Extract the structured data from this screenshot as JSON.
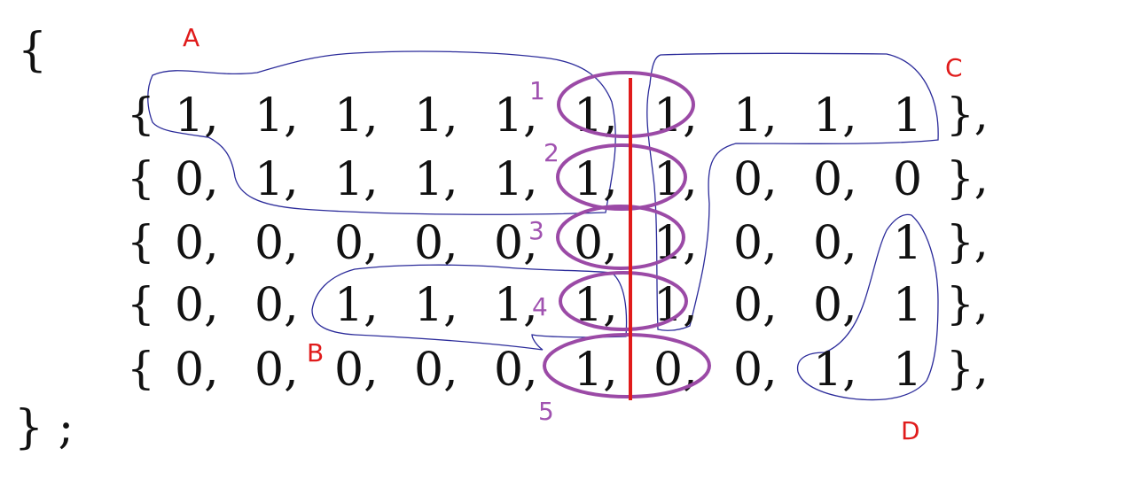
{
  "outer_open": "{",
  "outer_close": "} ;",
  "row_open": "{",
  "row_close": "},",
  "matrix": [
    [
      1,
      1,
      1,
      1,
      1,
      1,
      1,
      1,
      1,
      1
    ],
    [
      0,
      1,
      1,
      1,
      1,
      1,
      1,
      0,
      0,
      0
    ],
    [
      0,
      0,
      0,
      0,
      0,
      0,
      1,
      0,
      0,
      1
    ],
    [
      0,
      0,
      1,
      1,
      1,
      1,
      1,
      0,
      0,
      1
    ],
    [
      0,
      0,
      0,
      0,
      0,
      1,
      0,
      0,
      1,
      1
    ]
  ],
  "region_labels": [
    "A",
    "B",
    "C",
    "D"
  ],
  "ellipse_numbers": [
    "1",
    "2",
    "3",
    "4",
    "5"
  ],
  "colors": {
    "text": "#111111",
    "region_outline": "#2b2b9a",
    "region_label": "#e01b1b",
    "ellipse": "#9b4aa6",
    "ellipse_label": "#a052b0",
    "divider": "#e01b1b"
  }
}
